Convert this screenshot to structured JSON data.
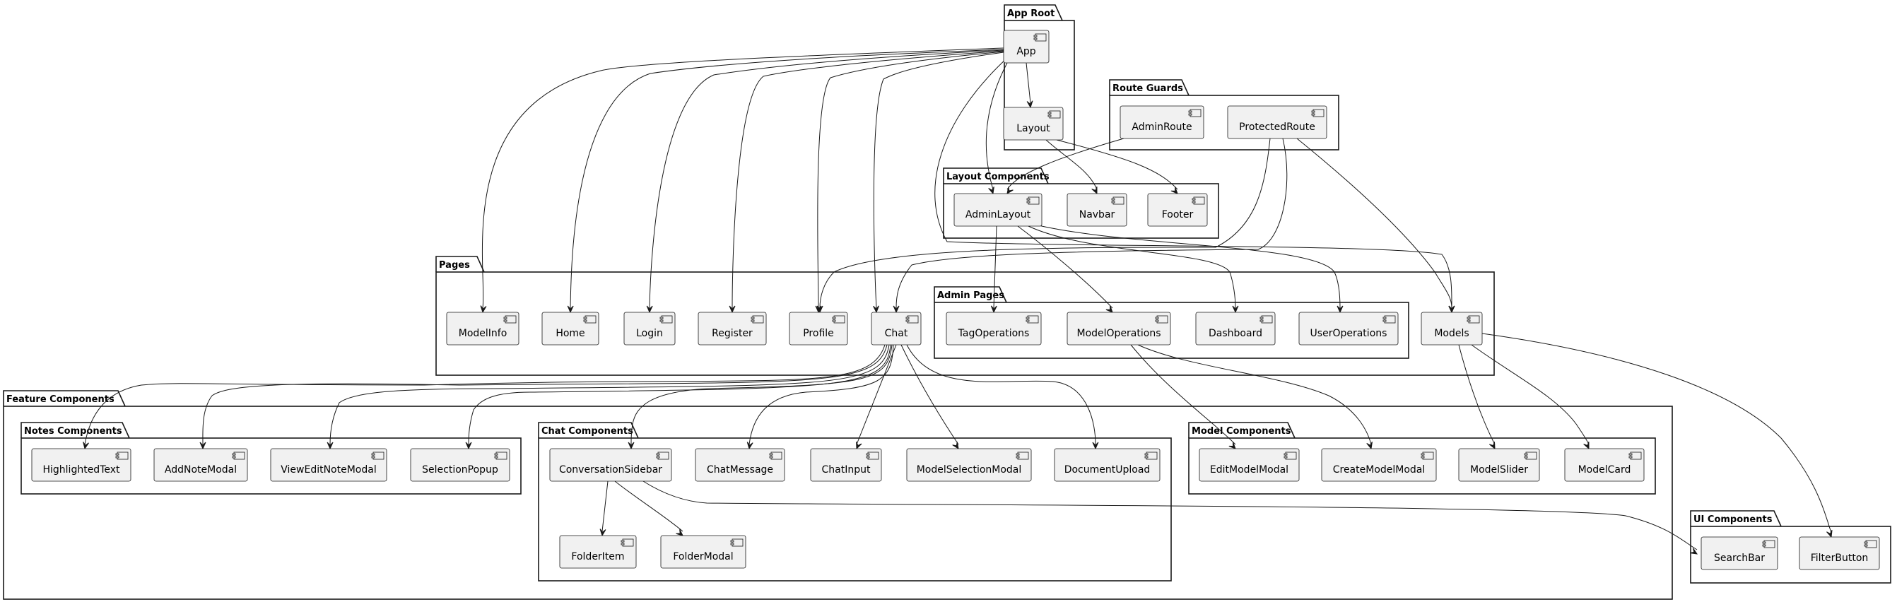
{
  "colors": {
    "line": "#181818",
    "component_fill": "#F1F1F1",
    "background": "#FFFFFF"
  },
  "packages": [
    {
      "id": "app_root",
      "label": "App Root"
    },
    {
      "id": "route_guards",
      "label": "Route Guards"
    },
    {
      "id": "layout_components",
      "label": "Layout Components"
    },
    {
      "id": "pages",
      "label": "Pages"
    },
    {
      "id": "admin_pages",
      "label": "Admin Pages"
    },
    {
      "id": "feature_components",
      "label": "Feature Components"
    },
    {
      "id": "notes_components",
      "label": "Notes Components"
    },
    {
      "id": "chat_components",
      "label": "Chat Components"
    },
    {
      "id": "model_components",
      "label": "Model Components"
    },
    {
      "id": "ui_components",
      "label": "UI Components"
    }
  ],
  "components": [
    {
      "id": "App",
      "label": "App",
      "package": "app_root"
    },
    {
      "id": "Layout",
      "label": "Layout",
      "package": "app_root"
    },
    {
      "id": "AdminRoute",
      "label": "AdminRoute",
      "package": "route_guards"
    },
    {
      "id": "ProtectedRoute",
      "label": "ProtectedRoute",
      "package": "route_guards"
    },
    {
      "id": "AdminLayout",
      "label": "AdminLayout",
      "package": "layout_components"
    },
    {
      "id": "Navbar",
      "label": "Navbar",
      "package": "layout_components"
    },
    {
      "id": "Footer",
      "label": "Footer",
      "package": "layout_components"
    },
    {
      "id": "ModelInfo",
      "label": "ModelInfo",
      "package": "pages"
    },
    {
      "id": "Home",
      "label": "Home",
      "package": "pages"
    },
    {
      "id": "Login",
      "label": "Login",
      "package": "pages"
    },
    {
      "id": "Register",
      "label": "Register",
      "package": "pages"
    },
    {
      "id": "Profile",
      "label": "Profile",
      "package": "pages"
    },
    {
      "id": "Chat",
      "label": "Chat",
      "package": "pages"
    },
    {
      "id": "Models",
      "label": "Models",
      "package": "pages"
    },
    {
      "id": "TagOperations",
      "label": "TagOperations",
      "package": "admin_pages"
    },
    {
      "id": "ModelOperations",
      "label": "ModelOperations",
      "package": "admin_pages"
    },
    {
      "id": "Dashboard",
      "label": "Dashboard",
      "package": "admin_pages"
    },
    {
      "id": "UserOperations",
      "label": "UserOperations",
      "package": "admin_pages"
    },
    {
      "id": "HighlightedText",
      "label": "HighlightedText",
      "package": "notes_components"
    },
    {
      "id": "AddNoteModal",
      "label": "AddNoteModal",
      "package": "notes_components"
    },
    {
      "id": "ViewEditNoteModal",
      "label": "ViewEditNoteModal",
      "package": "notes_components"
    },
    {
      "id": "SelectionPopup",
      "label": "SelectionPopup",
      "package": "notes_components"
    },
    {
      "id": "ConversationSidebar",
      "label": "ConversationSidebar",
      "package": "chat_components"
    },
    {
      "id": "ChatMessage",
      "label": "ChatMessage",
      "package": "chat_components"
    },
    {
      "id": "ChatInput",
      "label": "ChatInput",
      "package": "chat_components"
    },
    {
      "id": "ModelSelectionModal",
      "label": "ModelSelectionModal",
      "package": "chat_components"
    },
    {
      "id": "DocumentUpload",
      "label": "DocumentUpload",
      "package": "chat_components"
    },
    {
      "id": "FolderItem",
      "label": "FolderItem",
      "package": "chat_components"
    },
    {
      "id": "FolderModal",
      "label": "FolderModal",
      "package": "chat_components"
    },
    {
      "id": "EditModelModal",
      "label": "EditModelModal",
      "package": "model_components"
    },
    {
      "id": "CreateModelModal",
      "label": "CreateModelModal",
      "package": "model_components"
    },
    {
      "id": "ModelSlider",
      "label": "ModelSlider",
      "package": "model_components"
    },
    {
      "id": "ModelCard",
      "label": "ModelCard",
      "package": "model_components"
    },
    {
      "id": "SearchBar",
      "label": "SearchBar",
      "package": "ui_components"
    },
    {
      "id": "FilterButton",
      "label": "FilterButton",
      "package": "ui_components"
    }
  ],
  "edges": [
    {
      "from": "App",
      "to": "Layout"
    },
    {
      "from": "App",
      "to": "ModelInfo"
    },
    {
      "from": "App",
      "to": "Home"
    },
    {
      "from": "App",
      "to": "Login"
    },
    {
      "from": "App",
      "to": "Register"
    },
    {
      "from": "App",
      "to": "Profile"
    },
    {
      "from": "App",
      "to": "Chat"
    },
    {
      "from": "App",
      "to": "AdminLayout"
    },
    {
      "from": "App",
      "to": "Models"
    },
    {
      "from": "Layout",
      "to": "Navbar"
    },
    {
      "from": "Layout",
      "to": "Footer"
    },
    {
      "from": "AdminRoute",
      "to": "AdminLayout"
    },
    {
      "from": "ProtectedRoute",
      "to": "Profile"
    },
    {
      "from": "ProtectedRoute",
      "to": "Chat"
    },
    {
      "from": "ProtectedRoute",
      "to": "Models"
    },
    {
      "from": "AdminLayout",
      "to": "TagOperations"
    },
    {
      "from": "AdminLayout",
      "to": "ModelOperations"
    },
    {
      "from": "AdminLayout",
      "to": "Dashboard"
    },
    {
      "from": "AdminLayout",
      "to": "UserOperations"
    },
    {
      "from": "Chat",
      "to": "HighlightedText"
    },
    {
      "from": "Chat",
      "to": "AddNoteModal"
    },
    {
      "from": "Chat",
      "to": "ViewEditNoteModal"
    },
    {
      "from": "Chat",
      "to": "SelectionPopup"
    },
    {
      "from": "Chat",
      "to": "ConversationSidebar"
    },
    {
      "from": "Chat",
      "to": "ChatMessage"
    },
    {
      "from": "Chat",
      "to": "ChatInput"
    },
    {
      "from": "Chat",
      "to": "ModelSelectionModal"
    },
    {
      "from": "Chat",
      "to": "DocumentUpload"
    },
    {
      "from": "ConversationSidebar",
      "to": "FolderItem"
    },
    {
      "from": "ConversationSidebar",
      "to": "FolderModal"
    },
    {
      "from": "ConversationSidebar",
      "to": "SearchBar"
    },
    {
      "from": "ModelOperations",
      "to": "EditModelModal"
    },
    {
      "from": "ModelOperations",
      "to": "CreateModelModal"
    },
    {
      "from": "Models",
      "to": "ModelSlider"
    },
    {
      "from": "Models",
      "to": "ModelCard"
    },
    {
      "from": "Models",
      "to": "FilterButton"
    }
  ]
}
